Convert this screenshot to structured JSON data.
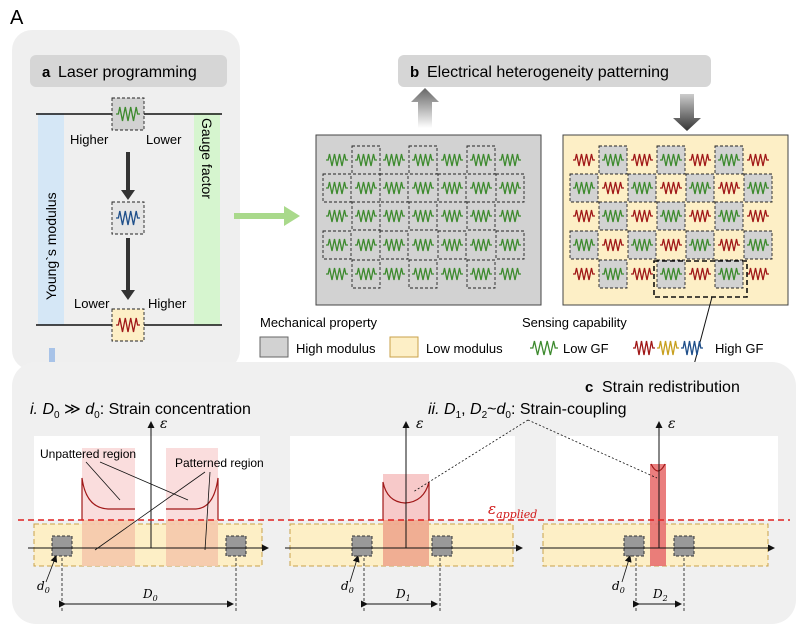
{
  "figure_letter": "A",
  "panel_a": {
    "badge": "a",
    "title": "Laser programming",
    "higher_top": "Higher",
    "lower_top": "Lower",
    "lower_bottom": "Lower",
    "higher_bottom": "Higher",
    "youngs_label": "Young`s modulus",
    "gauge_label": "Gauge factor"
  },
  "panel_b": {
    "badge": "b",
    "title": "Electrical heterogeneity patterning"
  },
  "legend": {
    "mech_title": "Mechanical property",
    "high_modulus": "High modulus",
    "low_modulus": "Low modulus",
    "sensing_title": "Sensing capability",
    "low_gf": "Low GF",
    "high_gf": "High GF"
  },
  "panel_c": {
    "badge": "c",
    "title": "Strain redistribution",
    "case_i_prefix": "i. ",
    "case_i_label": ": Strain concentration",
    "case_ii_prefix": "ii. ",
    "case_ii_label": ": Strain-coupling",
    "unpattered_region": "Unpattered region",
    "patterned_region": "Patterned region",
    "epsilon": "ε",
    "epsilon_applied": "applied",
    "d0": "d",
    "D0": "D",
    "D1": "D",
    "D2": "D"
  },
  "colors": {
    "green_resistor": "#3d8a2e",
    "blue_resistor": "#1f4f8a",
    "red_resistor": "#a01818",
    "yellow_resistor": "#c8a020",
    "high_modulus_fill": "#d2d2d2",
    "low_modulus_fill": "#fdefc6",
    "strain_red": "#e05050",
    "arrow_green": "#a9d98b",
    "arrow_blue": "#a8c3e8"
  }
}
